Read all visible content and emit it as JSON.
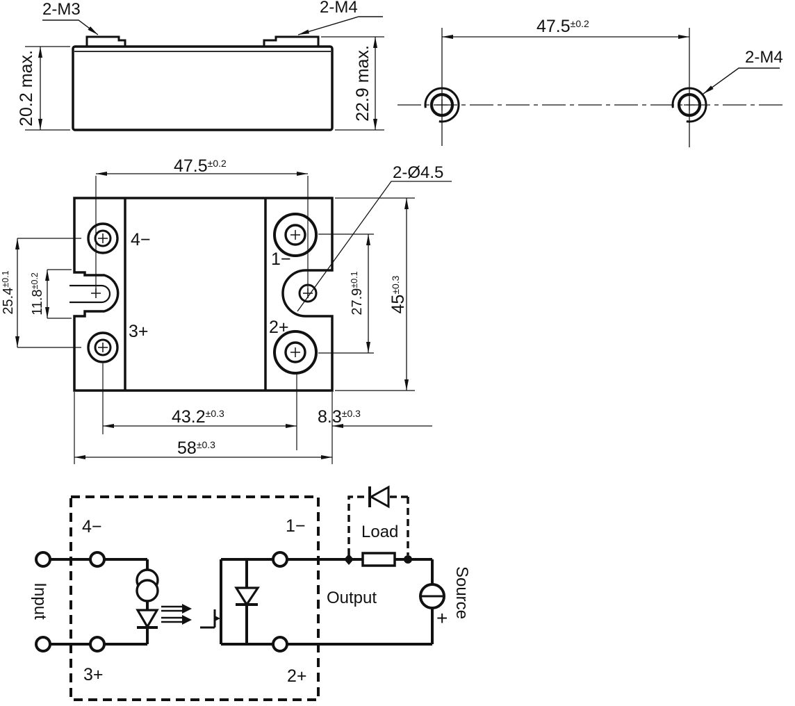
{
  "colors": {
    "ink": "#111111",
    "bg": "#ffffff"
  },
  "side_view": {
    "label_m3": "2-M3",
    "label_m4": "2-M4",
    "dim_body_height": "20.2 max.",
    "dim_total_height": "22.9 max."
  },
  "mounting_view": {
    "dim_pitch": "47.5",
    "dim_pitch_tol": "±0.2",
    "label_m4": "2-M4"
  },
  "top_view": {
    "dim_pitch": "47.5",
    "dim_pitch_tol": "±0.2",
    "label_holes": "2-Ø4.5",
    "dim_terminal_span": "25.4",
    "dim_terminal_span_tol": "±0.1",
    "dim_slot": "11.8",
    "dim_slot_tol": "±0.2",
    "dim_right_span": "27.9",
    "dim_right_span_tol": "±0.1",
    "dim_height": "45",
    "dim_height_tol": "±0.3",
    "dim_inner_width": "43.2",
    "dim_inner_width_tol": "±0.3",
    "dim_edge_offset": "8.3",
    "dim_edge_offset_tol": "±0.3",
    "dim_width": "58",
    "dim_width_tol": "±0.3",
    "terminals": {
      "t4": "4−",
      "t1": "1−",
      "t3": "3+",
      "t2": "2+"
    }
  },
  "schematic": {
    "terminals": {
      "t4": "4−",
      "t1": "1−",
      "t3": "3+",
      "t2": "2+"
    },
    "input_label": "Input",
    "output_label": "Output",
    "load_label": "Load",
    "source_label": "Source",
    "source_polarity": "+"
  }
}
